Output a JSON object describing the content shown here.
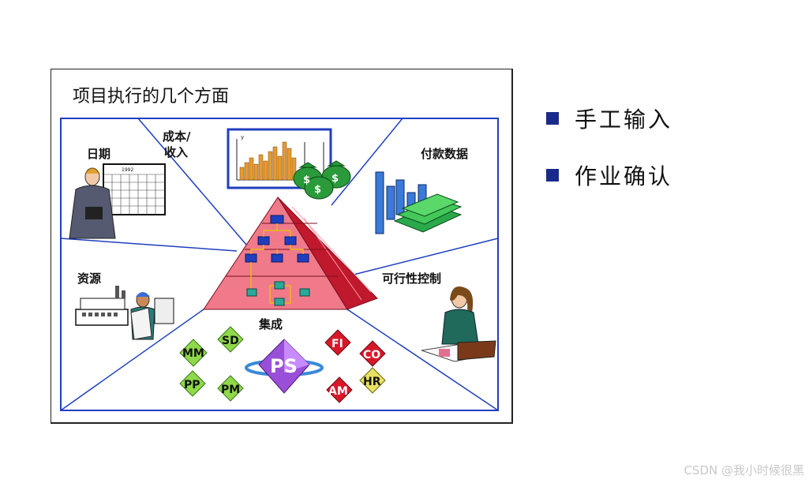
{
  "frame": {
    "title": "项目执行的几个方面"
  },
  "segments": {
    "date": "日期",
    "cost_line1": "成本/",
    "cost_line2": "收入",
    "payment": "付款数据",
    "resources": "资源",
    "feasibility": "可行性控制",
    "integration": "集成"
  },
  "modules": {
    "mm": "MM",
    "sd": "SD",
    "pp": "PP",
    "pm": "PM",
    "ps": "PS",
    "fi": "FI",
    "co": "CO",
    "am": "AM",
    "hr": "HR"
  },
  "calendar": {
    "year": "1992"
  },
  "bullets": [
    "手工输入",
    "作业确认"
  ],
  "watermark": "CSDN @我小时候很黑",
  "colors": {
    "frame_blue": "#1f3fbf",
    "pyramid_pink": "#f07a8a",
    "pyramid_dark": "#c0182c",
    "module_green": "#8ed84a",
    "module_red": "#d8182a",
    "module_purple": "#9a4fd8",
    "bullet_square": "#1a2a8c"
  }
}
